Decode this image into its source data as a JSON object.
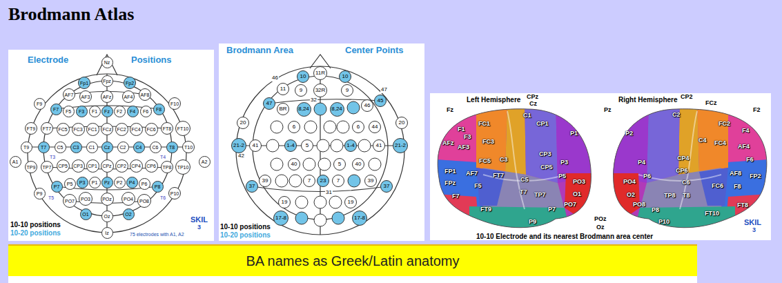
{
  "diagram": {
    "title": "Brodmann Atlas",
    "nodes": [
      {
        "text": [
          "Electrode",
          "Positions",
          "10-10 positions",
          "10-20 positions",
          "75 electrodes with A1, A2",
          "SKIL",
          "3"
        ]
      },
      {
        "text": [
          "Nz"
        ],
        "in": 0
      },
      {
        "text": [
          "Fp1"
        ],
        "in": 0
      },
      {
        "text": [
          "Fpz"
        ],
        "in": 0
      },
      {
        "text": [
          "Fp2"
        ],
        "in": 0
      },
      {
        "text": [
          "AF7"
        ],
        "in": 0
      },
      {
        "text": [
          "AF3"
        ],
        "in": 0
      },
      {
        "text": [
          "AFz"
        ],
        "in": 0
      },
      {
        "text": [
          "AF4"
        ],
        "in": 0
      },
      {
        "text": [
          "AF8"
        ],
        "in": 0
      },
      {
        "text": [
          "F9"
        ],
        "in": 0
      },
      {
        "text": [
          "F7"
        ],
        "in": 0
      },
      {
        "text": [
          "F5"
        ],
        "in": 0
      },
      {
        "text": [
          "F3"
        ],
        "in": 0
      },
      {
        "text": [
          "F1"
        ],
        "in": 0
      },
      {
        "text": [
          "Fz"
        ],
        "in": 0
      },
      {
        "text": [
          "F2"
        ],
        "in": 0
      },
      {
        "text": [
          "F4"
        ],
        "in": 0
      },
      {
        "text": [
          "F6"
        ],
        "in": 0
      },
      {
        "text": [
          "F8"
        ],
        "in": 0
      },
      {
        "text": [
          "F10"
        ],
        "in": 0
      },
      {
        "text": [
          "FT9"
        ],
        "in": 0
      },
      {
        "text": [
          "FT7"
        ],
        "in": 0
      },
      {
        "text": [
          "FC5"
        ],
        "in": 0
      },
      {
        "text": [
          "FC3"
        ],
        "in": 0
      },
      {
        "text": [
          "FC1"
        ],
        "in": 0
      },
      {
        "text": [
          "FCz"
        ],
        "in": 0
      },
      {
        "text": [
          "FC2"
        ],
        "in": 0
      },
      {
        "text": [
          "FC4"
        ],
        "in": 0
      },
      {
        "text": [
          "FC6"
        ],
        "in": 0
      },
      {
        "text": [
          "FT8"
        ],
        "in": 0
      },
      {
        "text": [
          "FT10"
        ],
        "in": 0
      },
      {
        "text": [
          "T9"
        ],
        "in": 0
      },
      {
        "text": [
          "T7"
        ],
        "in": 0
      },
      {
        "text": [
          "C5"
        ],
        "in": 0
      },
      {
        "text": [
          "C3"
        ],
        "in": 0
      },
      {
        "text": [
          "C1"
        ],
        "in": 0
      },
      {
        "text": [
          "Cz"
        ],
        "in": 0
      },
      {
        "text": [
          "C2"
        ],
        "in": 0
      },
      {
        "text": [
          "C4"
        ],
        "in": 0
      },
      {
        "text": [
          "C6"
        ],
        "in": 0
      },
      {
        "text": [
          "T8"
        ],
        "in": 0
      },
      {
        "text": [
          "T10"
        ],
        "in": 0
      },
      {
        "text": [
          "A1"
        ],
        "in": 0
      },
      {
        "text": [
          "A2"
        ],
        "in": 0
      },
      {
        "text": [
          "TP9"
        ],
        "in": 0
      },
      {
        "text": [
          "TP7"
        ],
        "in": 0
      },
      {
        "text": [
          "CP5"
        ],
        "in": 0
      },
      {
        "text": [
          "CP3"
        ],
        "in": 0
      },
      {
        "text": [
          "CP1"
        ],
        "in": 0
      },
      {
        "text": [
          "CPz"
        ],
        "in": 0
      },
      {
        "text": [
          "CP2"
        ],
        "in": 0
      },
      {
        "text": [
          "CP4"
        ],
        "in": 0
      },
      {
        "text": [
          "CP6"
        ],
        "in": 0
      },
      {
        "text": [
          "TP8"
        ],
        "in": 0
      },
      {
        "text": [
          "TP10"
        ],
        "in": 0
      },
      {
        "text": [
          "P9"
        ],
        "in": 0
      },
      {
        "text": [
          "P7"
        ],
        "in": 0
      },
      {
        "text": [
          "P5"
        ],
        "in": 0
      },
      {
        "text": [
          "P3"
        ],
        "in": 0
      },
      {
        "text": [
          "P1"
        ],
        "in": 0
      },
      {
        "text": [
          "Pz"
        ],
        "in": 0
      },
      {
        "text": [
          "P2"
        ],
        "in": 0
      },
      {
        "text": [
          "P4"
        ],
        "in": 0
      },
      {
        "text": [
          "P6"
        ],
        "in": 0
      },
      {
        "text": [
          "P8"
        ],
        "in": 0
      },
      {
        "text": [
          "P10"
        ],
        "in": 0
      },
      {
        "text": [
          "PO7"
        ],
        "in": 0
      },
      {
        "text": [
          "PO3"
        ],
        "in": 0
      },
      {
        "text": [
          "POz"
        ],
        "in": 0
      },
      {
        "text": [
          "PO4"
        ],
        "in": 0
      },
      {
        "text": [
          "PO8"
        ],
        "in": 0
      },
      {
        "text": [
          "O1"
        ],
        "in": 0
      },
      {
        "text": [
          "Oz"
        ],
        "in": 0
      },
      {
        "text": [
          "O2"
        ],
        "in": 0
      },
      {
        "text": [
          "Iz"
        ],
        "in": 0
      },
      {
        "text": [
          "Brodmann Area",
          "Center Points",
          "10-10 positions",
          "10-20 positions"
        ]
      },
      {
        "text": [
          "11R"
        ],
        "in": 76
      },
      {
        "text": [
          "10"
        ],
        "in": 76
      },
      {
        "text": [
          "10"
        ],
        "in": 76
      },
      {
        "text": [
          "11"
        ],
        "in": 76
      },
      {
        "text": [
          "9"
        ],
        "in": 76
      },
      {
        "text": [
          "32R"
        ],
        "in": 76
      },
      {
        "text": [
          "9"
        ],
        "in": 76
      },
      {
        "text": [
          "47"
        ],
        "in": 76
      },
      {
        "text": [
          "BR"
        ],
        "in": 76
      },
      {
        "text": [
          "8,24"
        ],
        "in": 76
      },
      {
        "text": [
          "8,24"
        ],
        "in": 76
      },
      {
        "text": [
          "46"
        ],
        "in": 76
      },
      {
        "text": [
          "45"
        ],
        "in": 76
      },
      {
        "text": [
          "20"
        ],
        "in": 76
      },
      {
        "text": [
          "6"
        ],
        "in": 76
      },
      {
        "text": [
          "6"
        ],
        "in": 76
      },
      {
        "text": [
          "44"
        ],
        "in": 76
      },
      {
        "text": [
          "20"
        ],
        "in": 76
      },
      {
        "text": [
          "21-2"
        ],
        "in": 76
      },
      {
        "text": [
          "41"
        ],
        "in": 76
      },
      {
        "text": [
          "1-4"
        ],
        "in": 76
      },
      {
        "text": [
          "5"
        ],
        "in": 76
      },
      {
        "text": [
          "1-4"
        ],
        "in": 76
      },
      {
        "text": [
          "41"
        ],
        "in": 76
      },
      {
        "text": [
          "21-2"
        ],
        "in": 76
      },
      {
        "text": [
          "40"
        ],
        "in": 76
      },
      {
        "text": [
          "5"
        ],
        "in": 76
      },
      {
        "text": [
          "40"
        ],
        "in": 76
      },
      {
        "text": [
          "37"
        ],
        "in": 76
      },
      {
        "text": [
          "39"
        ],
        "in": 76
      },
      {
        "text": [
          "7"
        ],
        "in": 76
      },
      {
        "text": [
          "23"
        ],
        "in": 76
      },
      {
        "text": [
          "7"
        ],
        "in": 76
      },
      {
        "text": [
          "39"
        ],
        "in": 76
      },
      {
        "text": [
          "37"
        ],
        "in": 76
      },
      {
        "text": [
          "19"
        ],
        "in": 76
      },
      {
        "text": [
          "19"
        ],
        "in": 76
      },
      {
        "text": [
          "17-8"
        ],
        "in": 76
      },
      {
        "text": [
          "17-8"
        ],
        "in": 76
      },
      {
        "text": [
          "Left Hemisphere",
          "Right Hemisphere",
          "10-10 Electrode and its nearest Brodmann area center",
          "SKIL",
          "3"
        ]
      },
      {
        "text": [
          "BA names as Greek/Latin anatomy"
        ]
      }
    ],
    "labels": [
      "T3",
      "T4",
      "T5",
      "T6",
      "46",
      "47",
      "32",
      "42",
      "31",
      "Fz",
      "CPz",
      "Cz",
      "Pz",
      "CP2",
      "FCz",
      "F2",
      "POz",
      "Oz",
      "F1",
      "F3",
      "FC1",
      "AFz",
      "AF3",
      "FC3",
      "C1",
      "CP1",
      "P1",
      "C3",
      "FC5",
      "CP3",
      "CP5",
      "P3",
      "P5",
      "PO3",
      "O1",
      "PO7",
      "P7",
      "TP7",
      "T7",
      "C5",
      "FT7",
      "AF7",
      "FP1",
      "FPz",
      "F5",
      "F7",
      "FT9",
      "P9",
      "C2",
      "P2",
      "FC2",
      "F4",
      "C4",
      "FC4",
      "AF4",
      "P4",
      "CP4",
      "CP6",
      "C6",
      "P6",
      "PO4",
      "O2",
      "PO8",
      "P8",
      "TP8",
      "T8",
      "F6",
      "AF8",
      "FP2",
      "F8",
      "FC6",
      "FT8",
      "FT10",
      "P10"
    ]
  }
}
